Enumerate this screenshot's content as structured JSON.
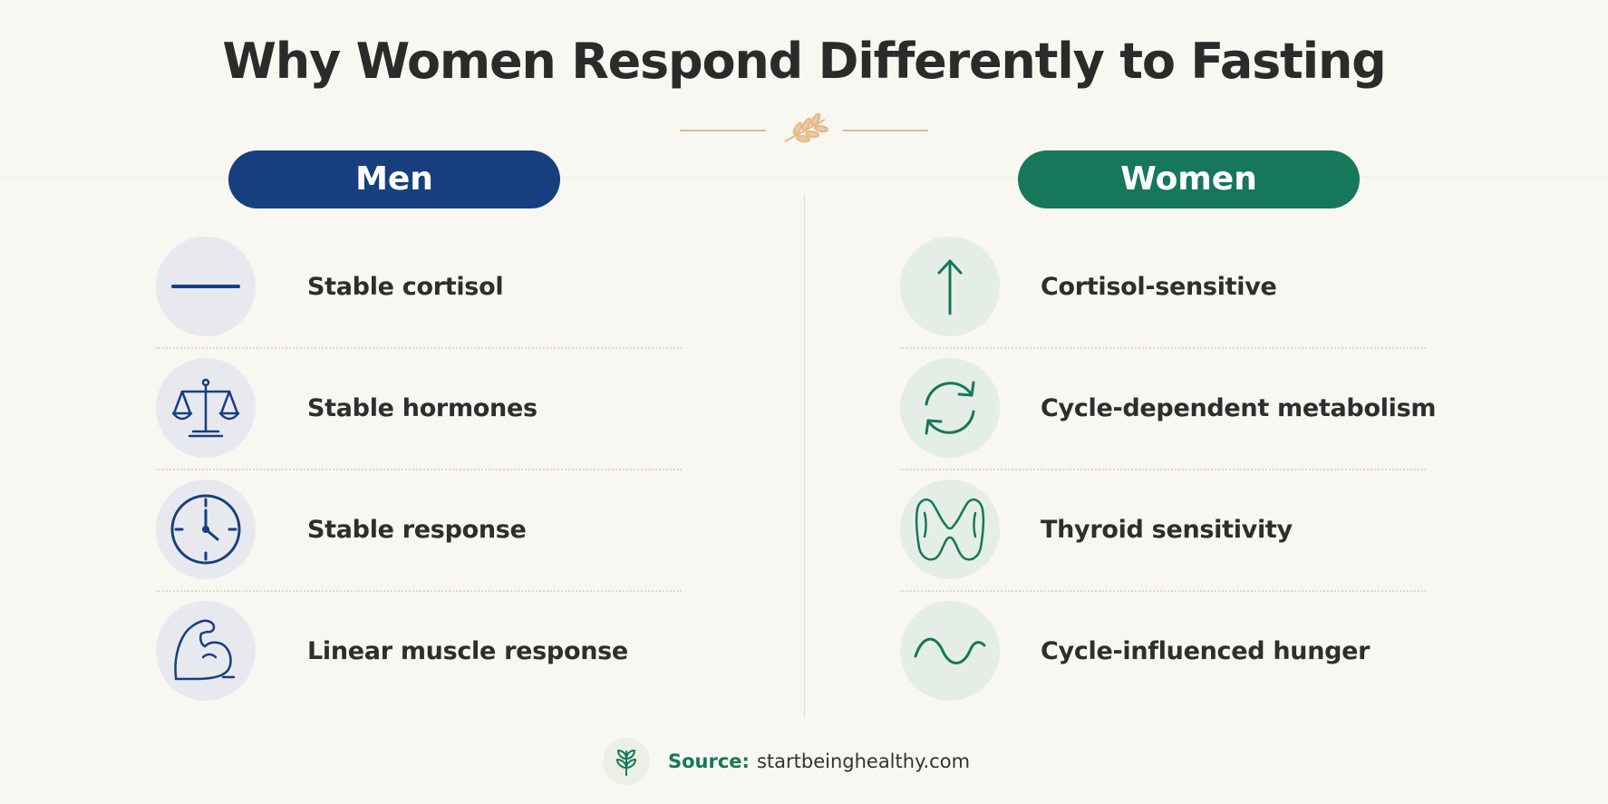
{
  "title": "Why Women Respond Differently to Fasting",
  "colors": {
    "men": "#173f7f",
    "women": "#16775a",
    "ornament": "#e2b98a",
    "background": "#f9f7f1"
  },
  "men": {
    "heading": "Men",
    "items": [
      {
        "label": "Stable cortisol",
        "icon": "flat-line-icon"
      },
      {
        "label": "Stable hormones",
        "icon": "balance-scale-icon"
      },
      {
        "label": "Stable response",
        "icon": "clock-icon"
      },
      {
        "label": "Linear muscle response",
        "icon": "flexed-arm-icon"
      }
    ]
  },
  "women": {
    "heading": "Women",
    "items": [
      {
        "label": "Cortisol-sensitive",
        "icon": "arrow-up-icon"
      },
      {
        "label": "Cycle-dependent metabolism",
        "icon": "cycle-arrows-icon"
      },
      {
        "label": "Thyroid sensitivity",
        "icon": "thyroid-icon"
      },
      {
        "label": "Cycle-influenced hunger",
        "icon": "sine-wave-icon"
      }
    ]
  },
  "footer": {
    "source_label": "Source:",
    "source_value": "startbeinghealthy.com",
    "icon": "sprout-icon"
  }
}
